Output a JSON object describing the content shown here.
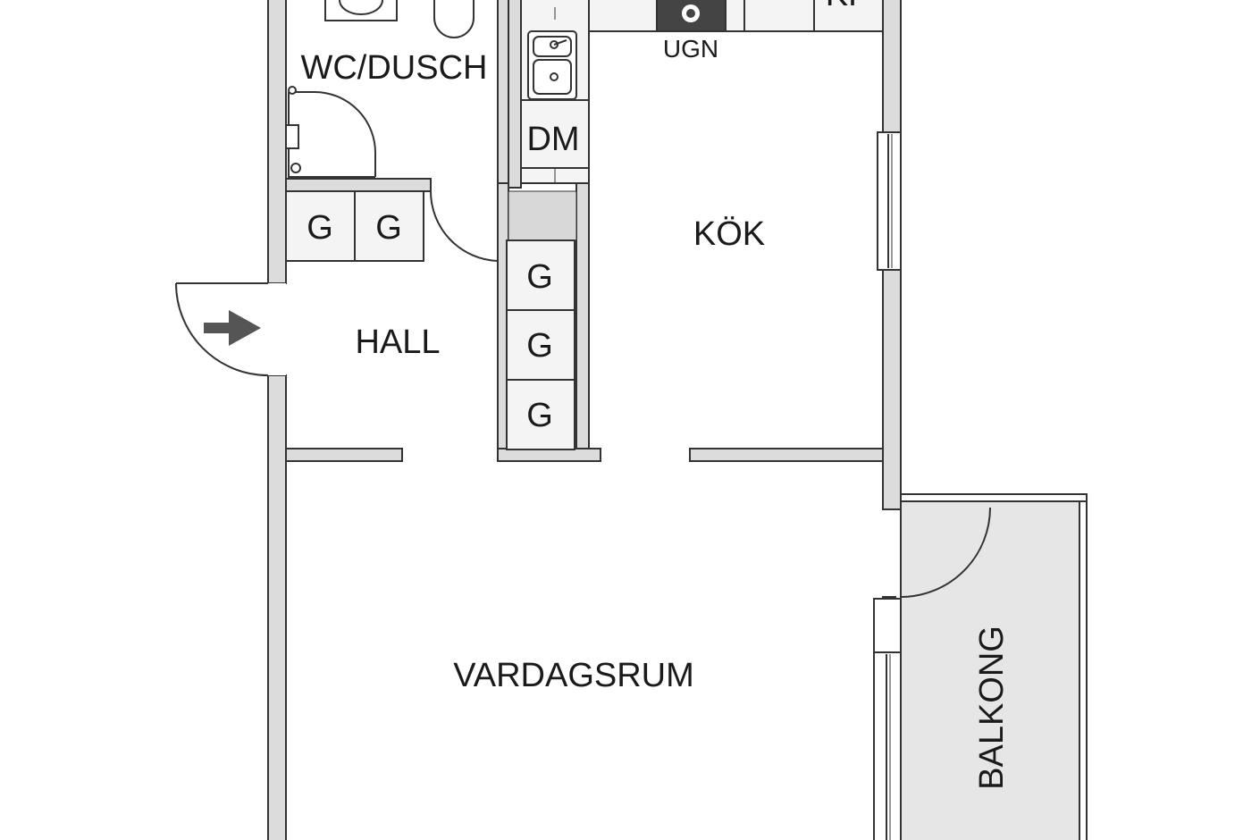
{
  "rooms": {
    "wc": "WC/DUSCH",
    "hall": "HALL",
    "kitchen": "KÖK",
    "living": "VARDAGSRUM",
    "balcony": "BALKONG"
  },
  "fixtures": {
    "oven": "UGN",
    "dishwasher": "DM",
    "fridge": "KF",
    "wardrobe": "G"
  },
  "colors": {
    "wall_fill": "#dcdcdc",
    "line": "#333333",
    "entrance_arrow": "#555555",
    "oven": "#444444"
  }
}
